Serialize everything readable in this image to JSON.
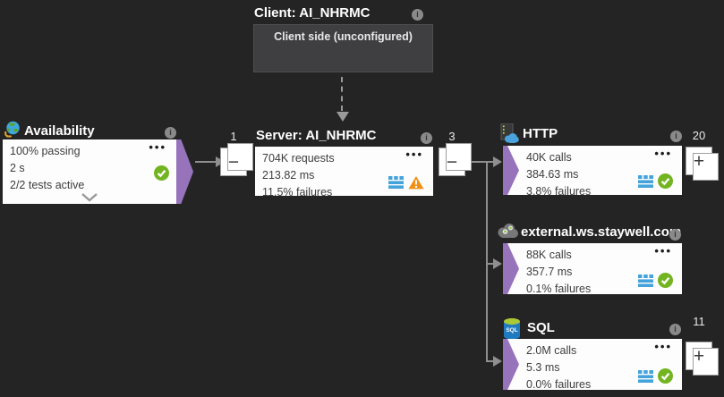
{
  "nodes": {
    "client": {
      "title": "Client: AI_NHRMC",
      "body": "Client side (unconfigured)"
    },
    "availability": {
      "title": "Availability",
      "metrics": [
        "100% passing",
        "2 s",
        "2/2 tests active"
      ]
    },
    "server": {
      "title": "Server: AI_NHRMC",
      "metrics": [
        "704K requests",
        "213.82 ms",
        "11.5% failures"
      ]
    },
    "http": {
      "title": "HTTP",
      "metrics": [
        "40K calls",
        "384.63 ms",
        "3.8% failures"
      ],
      "badge": "20"
    },
    "external": {
      "title": "external.ws.staywell.com",
      "metrics": [
        "88K calls",
        "357.7 ms",
        "0.1% failures"
      ]
    },
    "sql": {
      "title": "SQL",
      "metrics": [
        "2.0M calls",
        "5.3 ms",
        "0.0% failures"
      ],
      "badge": "11"
    }
  },
  "edges": {
    "availability_to_server": {
      "count": "1"
    },
    "server_to_dependencies": {
      "count": "3"
    }
  },
  "controls": {
    "collapse_symbol": "−",
    "expand_symbol": "+",
    "ellipsis": "•••"
  },
  "colors": {
    "background": "#242424",
    "node_card": "#fdfdfd",
    "client_card": "#3f3f41",
    "edge_purple": "#9673ba",
    "connector_gray": "#8f8f8f",
    "success_green": "#73b421",
    "warning_orange": "#f18f17",
    "instances_blue": "#45a3db"
  }
}
